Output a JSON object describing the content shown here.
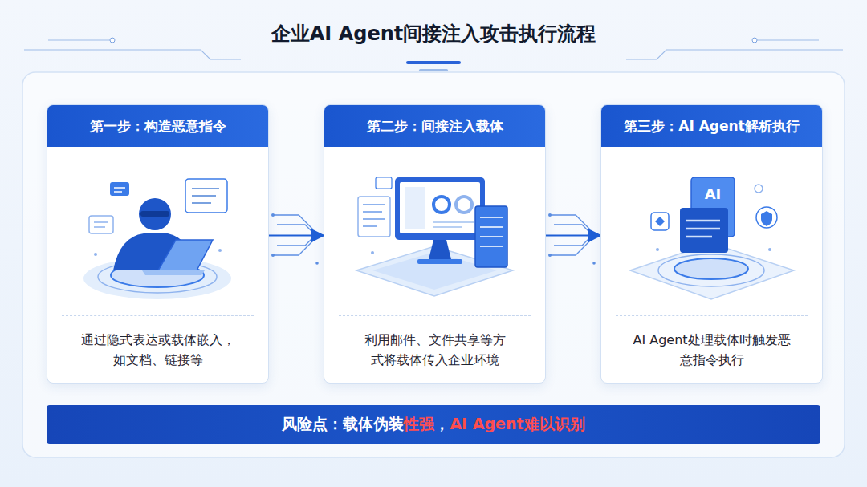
{
  "diagram": {
    "title": "企业AI Agent间接注入攻击执行流程",
    "nodes": [
      {
        "text": [
          "第一步：构造恶意指令",
          "通过隐式表达或载体嵌入，如文档、链接等"
        ]
      },
      {
        "text": [
          "第二步：间接注入载体",
          "利用邮件、文件共享等方式将载体传入企业环境"
        ]
      },
      {
        "text": [
          "第三步：AI Agent解析执行",
          "AI Agent处理载体时触发恶意指令执行"
        ]
      },
      {
        "text": [
          "风险点：载体伪装",
          "性强",
          "，",
          "AI Agent难以识别"
        ]
      }
    ],
    "edges": [
      {
        "from": 0,
        "to": 1,
        "arrow": "to"
      },
      {
        "from": 1,
        "to": 2,
        "arrow": "to"
      }
    ],
    "labels": [
      "AI"
    ]
  }
}
